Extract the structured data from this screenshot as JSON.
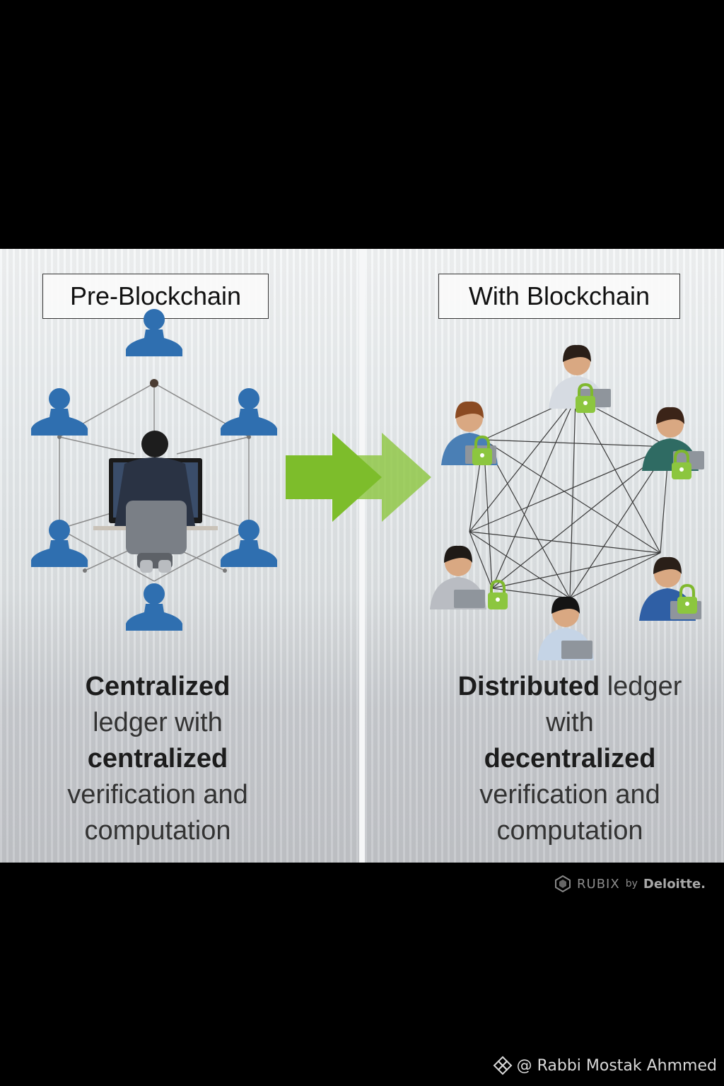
{
  "left_panel": {
    "title": "Pre-Blockchain",
    "caption": [
      {
        "text": "Centralized",
        "bold": true
      },
      {
        "text": "ledger with",
        "bold": false
      },
      {
        "text": "centralized",
        "bold": true
      },
      {
        "text": "verification and",
        "bold": false
      },
      {
        "text": "computation",
        "bold": false
      }
    ]
  },
  "right_panel": {
    "title": "With Blockchain",
    "caption_line1_bold": "Distributed",
    "caption_line1_rest": " ledger",
    "caption_line2": "with",
    "caption_line3": "decentralized",
    "caption_line4": "verification and",
    "caption_line5": "computation"
  },
  "brand": {
    "name": "RUBIX",
    "by": "by",
    "company": "Deloitte."
  },
  "watermark": {
    "text": "@ Rabbi  Mostak Ahmmed"
  },
  "colors": {
    "user_icon": "#2f6fb0",
    "arrow": "#8cc63f",
    "lock": "#8cc63f",
    "background": "#000000"
  },
  "icons": {
    "user": "person-silhouette-icon",
    "lock": "padlock-icon",
    "arrow": "double-right-arrow-icon",
    "brand": "rubix-logo-icon",
    "watermark": "diamond-logo-icon"
  }
}
